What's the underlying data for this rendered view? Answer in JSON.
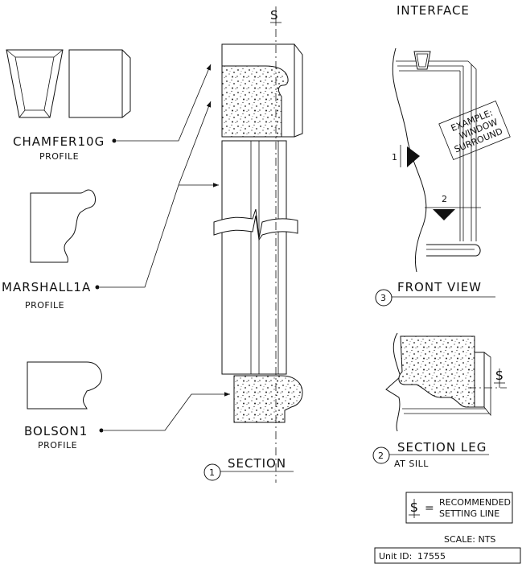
{
  "header": {
    "interface_title": "INTERFACE"
  },
  "profiles": [
    {
      "name": "CHAMFER10G",
      "subtitle": "PROFILE"
    },
    {
      "name": "MARSHALL1A",
      "subtitle": "PROFILE"
    },
    {
      "name": "BOLSON1",
      "subtitle": "PROFILE"
    }
  ],
  "views": {
    "section": {
      "number": "1",
      "title": "SECTION"
    },
    "section_leg": {
      "number": "2",
      "title": "SECTION LEG",
      "subtitle": "AT SILL"
    },
    "front_view": {
      "number": "3",
      "title": "FRONT VIEW"
    }
  },
  "front_view_detail": {
    "example_note": [
      "EXAMPLE:",
      "WINDOW",
      "SURROUND"
    ],
    "marker_1": "1",
    "marker_2": "2"
  },
  "legend": {
    "symbol": "SL",
    "equals": "=",
    "line1": "RECOMMENDED",
    "line2": "SETTING LINE"
  },
  "footer": {
    "scale": "SCALE: NTS",
    "unit_id_label": "Unit ID:",
    "unit_id_value": "17555"
  }
}
